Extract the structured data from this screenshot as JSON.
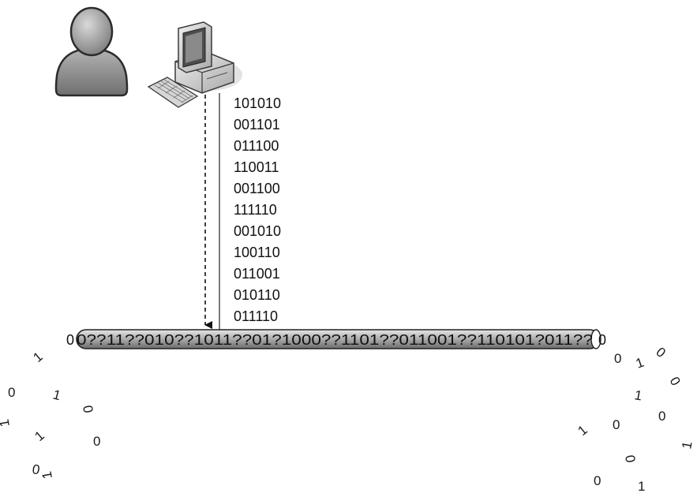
{
  "binary_block": [
    "101010",
    "001101",
    "011100",
    "110011",
    "001100",
    "111110",
    "001010",
    "100110",
    "011001",
    "010110",
    "011110"
  ],
  "stream": {
    "prefix": "0",
    "body": "0??11??010??1011??01?1000??1101??011001??110101?011??",
    "suffix": "0"
  },
  "scatter_left": [
    "1",
    "0",
    "1",
    "0",
    "1",
    "1",
    "0",
    "0",
    "1"
  ],
  "scatter_right": [
    "0",
    "1",
    "0",
    "0",
    "1",
    "1",
    "0",
    "0",
    "1",
    "0",
    "0",
    "1"
  ],
  "icons": {
    "user": "user-avatar-icon",
    "computer": "desktop-computer-icon"
  },
  "colors": {
    "figure_gray": "#8c8c8c",
    "tube_gray": "#9a9a9a",
    "ink": "#1a1a1a"
  }
}
